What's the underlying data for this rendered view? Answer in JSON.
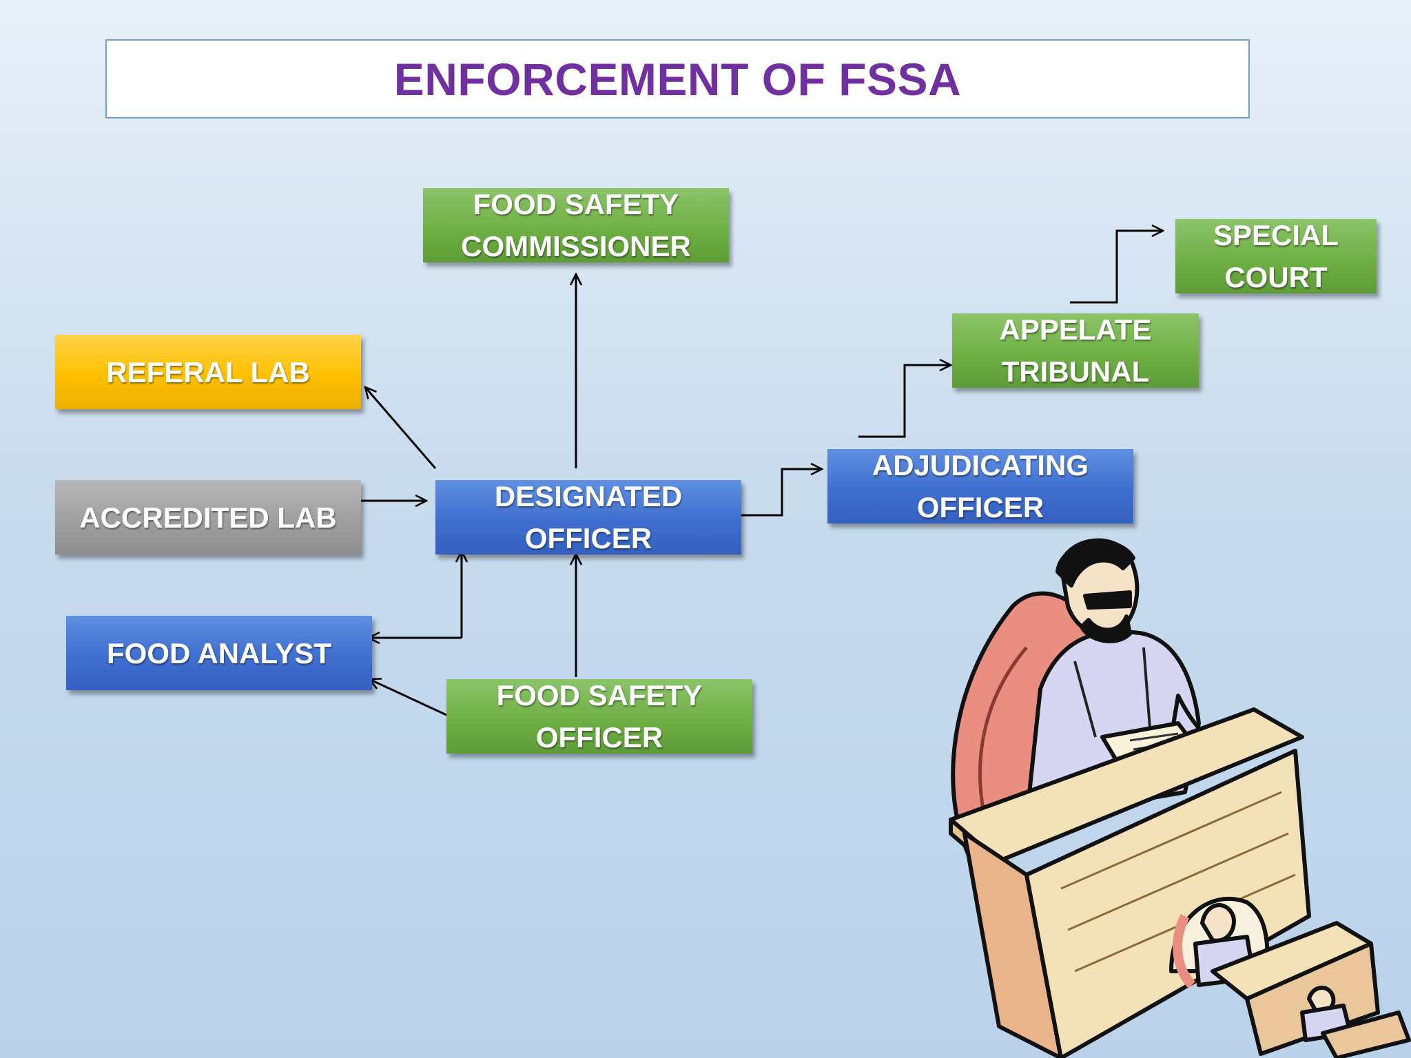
{
  "title": "ENFORCEMENT OF FSSA",
  "nodes": {
    "food_safety_commissioner": [
      "FOOD SAFETY",
      "COMMISSIONER"
    ],
    "special_court": [
      "SPECIAL",
      "COURT"
    ],
    "appelate_tribunal": [
      "APPELATE",
      "TRIBUNAL"
    ],
    "referal_lab": "REFERAL LAB",
    "accredited_lab": "ACCREDITED LAB",
    "designated_officer": [
      "DESIGNATED",
      "OFFICER"
    ],
    "adjudicating_officer": [
      "ADJUDICATING",
      "OFFICER"
    ],
    "food_analyst": "FOOD ANALYST",
    "food_safety_officer": [
      "FOOD SAFETY",
      "OFFICER"
    ]
  },
  "edges": [
    {
      "from": "designated_officer",
      "to": "food_safety_commissioner"
    },
    {
      "from": "designated_officer",
      "to": "referal_lab"
    },
    {
      "from": "accredited_lab",
      "to": "designated_officer"
    },
    {
      "from": "designated_officer",
      "to": "adjudicating_officer"
    },
    {
      "from": "adjudicating_officer",
      "to": "appelate_tribunal"
    },
    {
      "from": "appelate_tribunal",
      "to": "special_court"
    },
    {
      "from": "food_analyst",
      "to": "designated_officer"
    },
    {
      "from": "designated_officer",
      "to": "food_analyst"
    },
    {
      "from": "food_safety_officer",
      "to": "designated_officer"
    },
    {
      "from": "food_safety_officer",
      "to": "food_analyst"
    }
  ],
  "colors": {
    "title": "#7030a0",
    "green": "#6fb044",
    "blue": "#3f6fd0",
    "gold": "#ffc000",
    "gray": "#9f9f9f",
    "arrow": "#000000"
  },
  "clipart": "bureaucrat-at-desk-illustration"
}
